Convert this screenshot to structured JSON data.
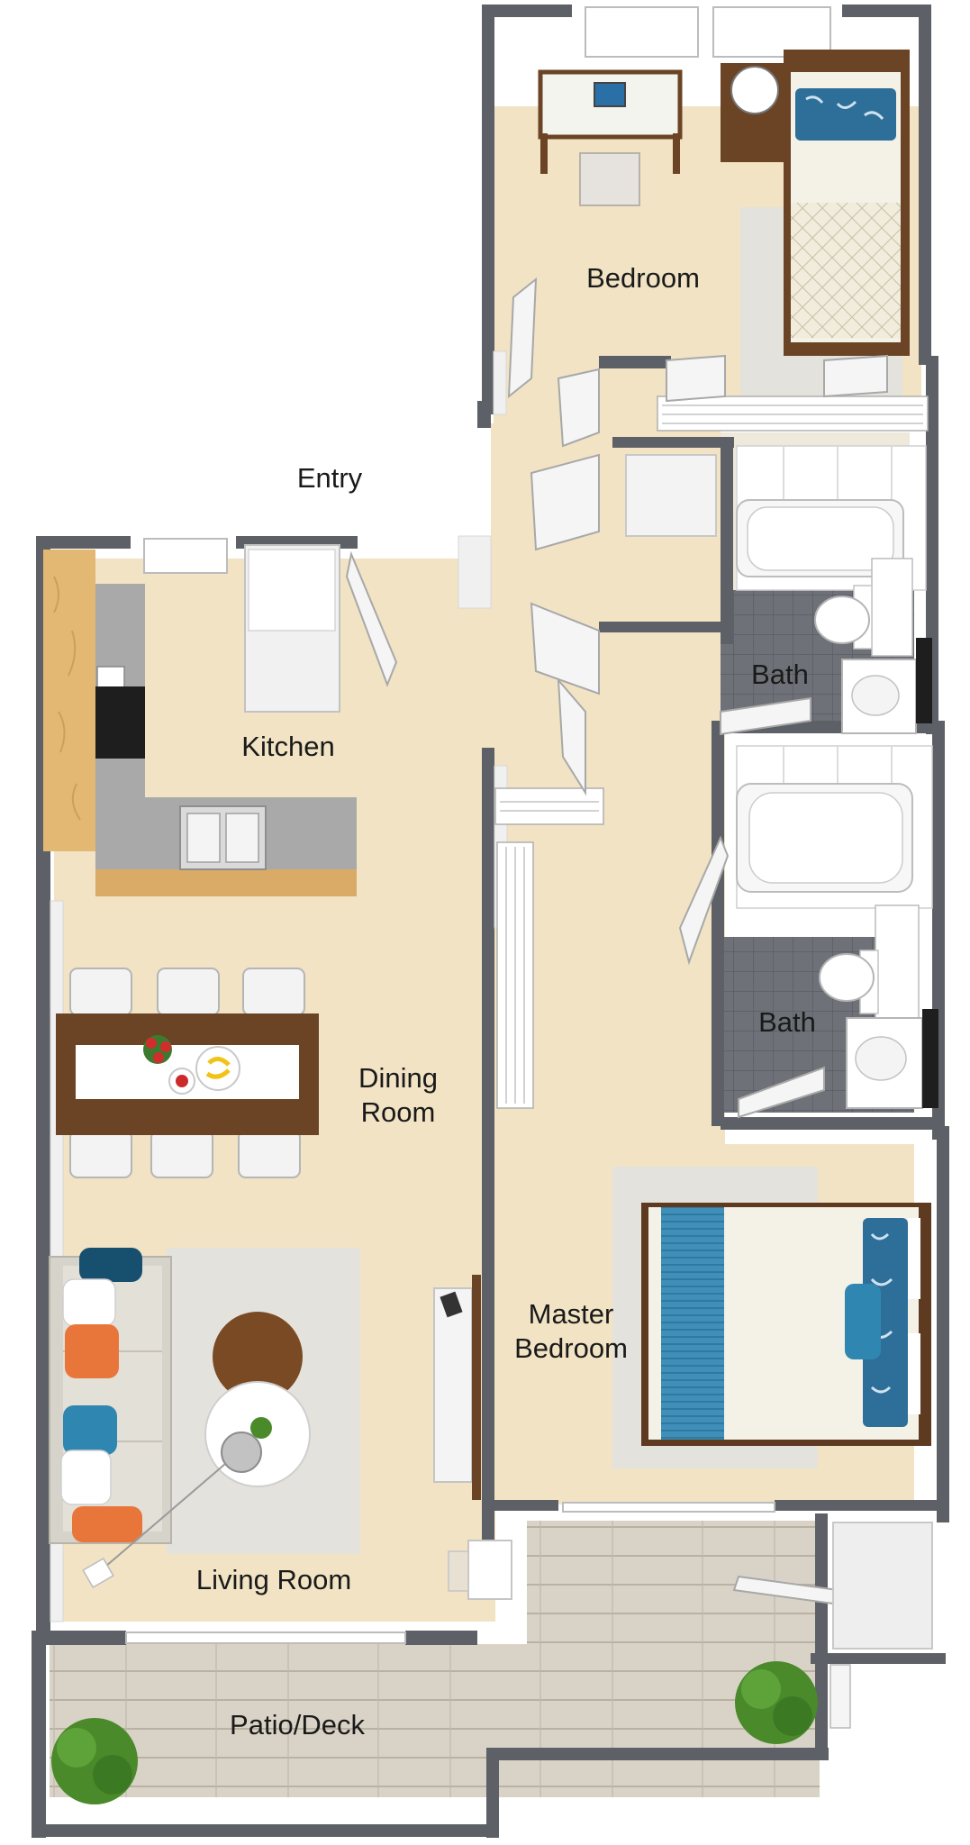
{
  "floor_plan": {
    "rooms": {
      "bedroom": "Bedroom",
      "entry": "Entry",
      "kitchen": "Kitchen",
      "bath_1": "Bath",
      "bath_2": "Bath",
      "dining_line1": "Dining",
      "dining_line2": "Room",
      "master_line1": "Master",
      "master_line2": "Bedroom",
      "living_room": "Living Room",
      "patio": "Patio/Deck"
    },
    "colors": {
      "floor": "#f1e3c4",
      "wall": "#5d6066",
      "tile": "#6e7177",
      "deck": "#d9d3c7",
      "countertop": "#a9a9a9",
      "cabinet_wood": "#e2b873",
      "table_wood": "#6b4426",
      "rug": "#e4e2dc",
      "cushion_teal": "#2f86b0",
      "cushion_orange": "#e8763b",
      "bedding_blue": "#3f8fb8",
      "plant": "#4a8a2a"
    }
  }
}
